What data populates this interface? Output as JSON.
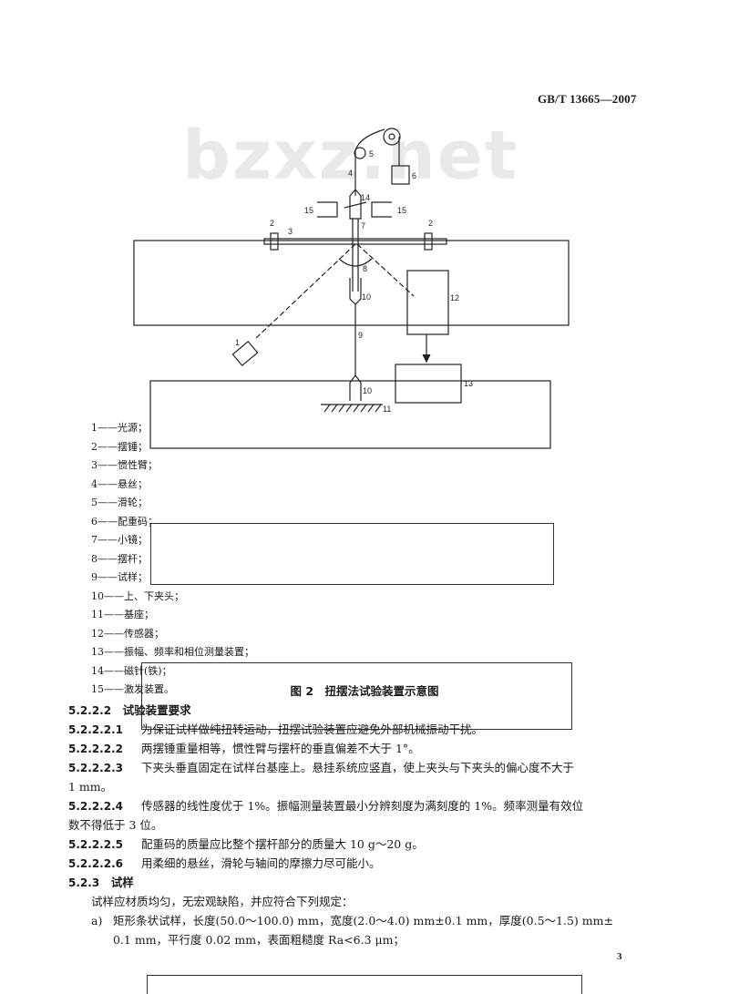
{
  "header": {
    "standard_code": "GB/T 13665—2007"
  },
  "watermark": "bzxz.net",
  "figure": {
    "labels": {
      "n1": "1",
      "n2": "2",
      "n3": "3",
      "n4": "4",
      "n5": "5",
      "n6": "6",
      "n7": "7",
      "n8": "8",
      "n9": "9",
      "n10": "10",
      "n11": "11",
      "n12": "12",
      "n13": "13",
      "n14": "14",
      "n15": "15"
    },
    "caption": "图 2　扭摆法试验装置示意图"
  },
  "legend": [
    "1——光源；",
    "2——摆锤；",
    "3——惯性臂；",
    "4——悬丝；",
    "5——滑轮；",
    "6——配重码；",
    "7——小镜；",
    "8——摆杆；",
    "9——试样；",
    "10——上、下夹头；",
    "11——基座；",
    "12——传感器；",
    "13——振幅、频率和相位测量装置；",
    "14——磁针(铁)；",
    "15——激发装置。"
  ],
  "body": {
    "s5222": {
      "num": "5.2.2.2",
      "title": "试验装置要求"
    },
    "s52221": {
      "num": "5.2.2.2.1",
      "text": "为保证试样做纯扭转运动，扭摆试验装置应避免外部机械振动干扰。"
    },
    "s52222": {
      "num": "5.2.2.2.2",
      "text": "两摆锤重量相等，惯性臂与摆杆的垂直偏差不大于 1°。"
    },
    "s52223": {
      "num": "5.2.2.2.3",
      "text": "下夹头垂直固定在试样台基座上。悬挂系统应竖直，使上夹头与下夹头的偏心度不大于",
      "cont": "1 mm。"
    },
    "s52224": {
      "num": "5.2.2.2.4",
      "text": "传感器的线性度优于 1%。振幅测量装置最小分辨刻度为满刻度的 1%。频率测量有效位",
      "cont": "数不得低于 3 位。"
    },
    "s52225": {
      "num": "5.2.2.2.5",
      "text": "配重码的质量应比整个摆杆部分的质量大 10 g～20 g。"
    },
    "s52226": {
      "num": "5.2.2.2.6",
      "text": "用柔细的悬丝，滑轮与轴间的摩擦力尽可能小。"
    },
    "s523": {
      "num": "5.2.3",
      "title": "试样"
    },
    "s523_intro": "试样应材质均匀，无宏观缺陷，并应符合下列规定：",
    "item_a": {
      "marker": "a)",
      "text": "矩形条状试样，长度(50.0～100.0) mm，宽度(2.0～4.0) mm±0.1 mm，厚度(0.5～1.5) mm±",
      "cont": "0.1 mm，平行度 0.02 mm，表面粗糙度 Ra<6.3 μm；"
    }
  },
  "page_number": "3"
}
